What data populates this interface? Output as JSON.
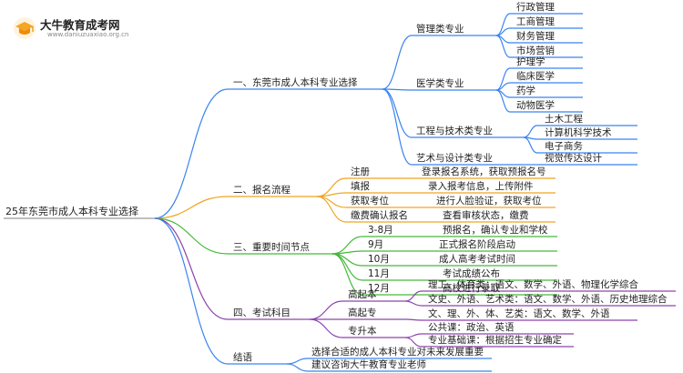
{
  "brand": {
    "title": "大牛教育成考网",
    "url": "www.daniuzuaxiao.org.cn"
  },
  "colors": {
    "blue": "#3a83f0",
    "orange": "#f0a521",
    "green": "#46b93a",
    "purple": "#8e44ad",
    "logo": "#f5a623"
  },
  "mindmap": {
    "root": "25年东莞市成人本科专业选择",
    "branches": [
      {
        "label": "一、东莞市成人本科专业选择",
        "children": [
          {
            "label": "管理类专业",
            "children": [
              "行政管理",
              "工商管理",
              "财务管理",
              "市场营销"
            ]
          },
          {
            "label": "医学类专业",
            "children": [
              "护理学",
              "临床医学",
              "药学",
              "动物医学"
            ]
          },
          {
            "label": "工程与技术类专业",
            "children": [
              "土木工程",
              "计算机科学技术",
              "电子商务"
            ]
          },
          {
            "label": "艺术与设计类专业",
            "children": [
              "视觉传达设计"
            ]
          }
        ]
      },
      {
        "label": "二、报名流程",
        "children": [
          {
            "label": "注册",
            "children": [
              "登录报名系统，获取预报名号"
            ]
          },
          {
            "label": "填报",
            "children": [
              "录入报考信息，上传附件"
            ]
          },
          {
            "label": "获取考位",
            "children": [
              "进行人脸验证，获取考位"
            ]
          },
          {
            "label": "缴费确认报名",
            "children": [
              "查看审核状态，缴费"
            ]
          }
        ]
      },
      {
        "label": "三、重要时间节点",
        "children": [
          {
            "label": "3-8月",
            "children": [
              "预报名，确认专业和学校"
            ]
          },
          {
            "label": "9月",
            "children": [
              "正式报名阶段启动"
            ]
          },
          {
            "label": "10月",
            "children": [
              "成人高考考试时间"
            ]
          },
          {
            "label": "11月",
            "children": [
              "考试成绩公布"
            ]
          },
          {
            "label": "12月",
            "children": [
              "高校进行录取"
            ]
          }
        ]
      },
      {
        "label": "四、考试科目",
        "children": [
          {
            "label": "高起本",
            "children": [
              "理工、体育类：语文、数学、外语、物理化学综合",
              "文史、外语、艺术类：语文、数学、外语、历史地理综合"
            ]
          },
          {
            "label": "高起专",
            "children": [
              "文、理、外、体、艺类：语文、数学、外语"
            ]
          },
          {
            "label": "专升本",
            "children": [
              "公共课：政治、英语",
              "专业基础课：根据招生专业确定"
            ]
          }
        ]
      },
      {
        "label": "结语",
        "children": [
          {
            "label": "选择合适的成人本科专业对未来发展重要",
            "children": []
          },
          {
            "label": "建议咨询大牛教育专业老师",
            "children": []
          }
        ]
      }
    ]
  }
}
